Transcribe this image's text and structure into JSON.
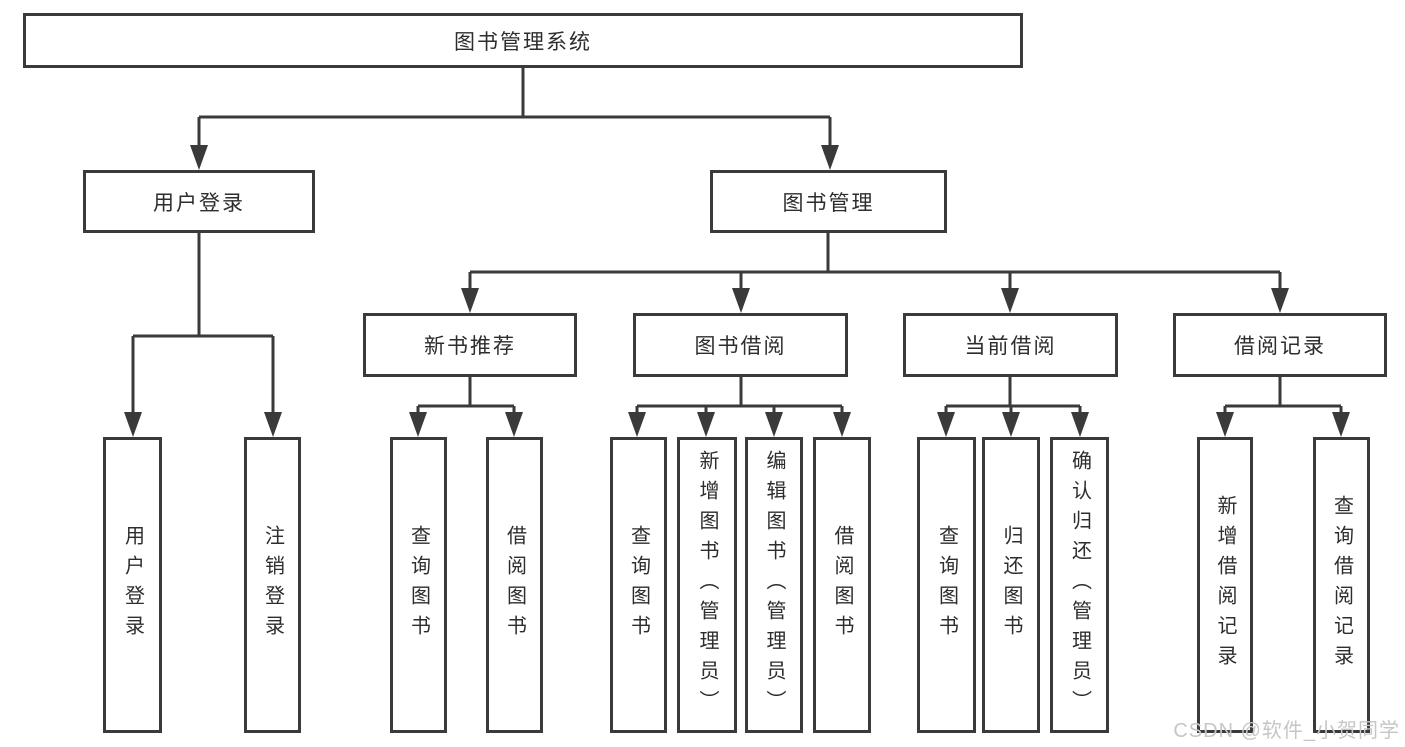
{
  "tree": {
    "root": {
      "label": "图书管理系统"
    },
    "branches": [
      {
        "label": "用户登录",
        "children": [
          {
            "label": "用户登录"
          },
          {
            "label": "注销登录"
          }
        ]
      },
      {
        "label": "图书管理",
        "children": [
          {
            "label": "新书推荐",
            "children": [
              {
                "label": "查询图书"
              },
              {
                "label": "借阅图书"
              }
            ]
          },
          {
            "label": "图书借阅",
            "children": [
              {
                "label": "查询图书"
              },
              {
                "label": "新增图书（管理员）"
              },
              {
                "label": "编辑图书（管理员）"
              },
              {
                "label": "借阅图书"
              }
            ]
          },
          {
            "label": "当前借阅",
            "children": [
              {
                "label": "查询图书"
              },
              {
                "label": "归还图书"
              },
              {
                "label": "确认归还（管理员）"
              }
            ]
          },
          {
            "label": "借阅记录",
            "children": [
              {
                "label": "新增借阅记录"
              },
              {
                "label": "查询借阅记录"
              }
            ]
          }
        ]
      }
    ]
  },
  "watermark": {
    "text": "CSDN @软件_小贺同学"
  },
  "colors": {
    "line": "#3a3a3a",
    "text": "#2d2d2d",
    "watermark": "#c6c6c6",
    "background": "#ffffff"
  }
}
